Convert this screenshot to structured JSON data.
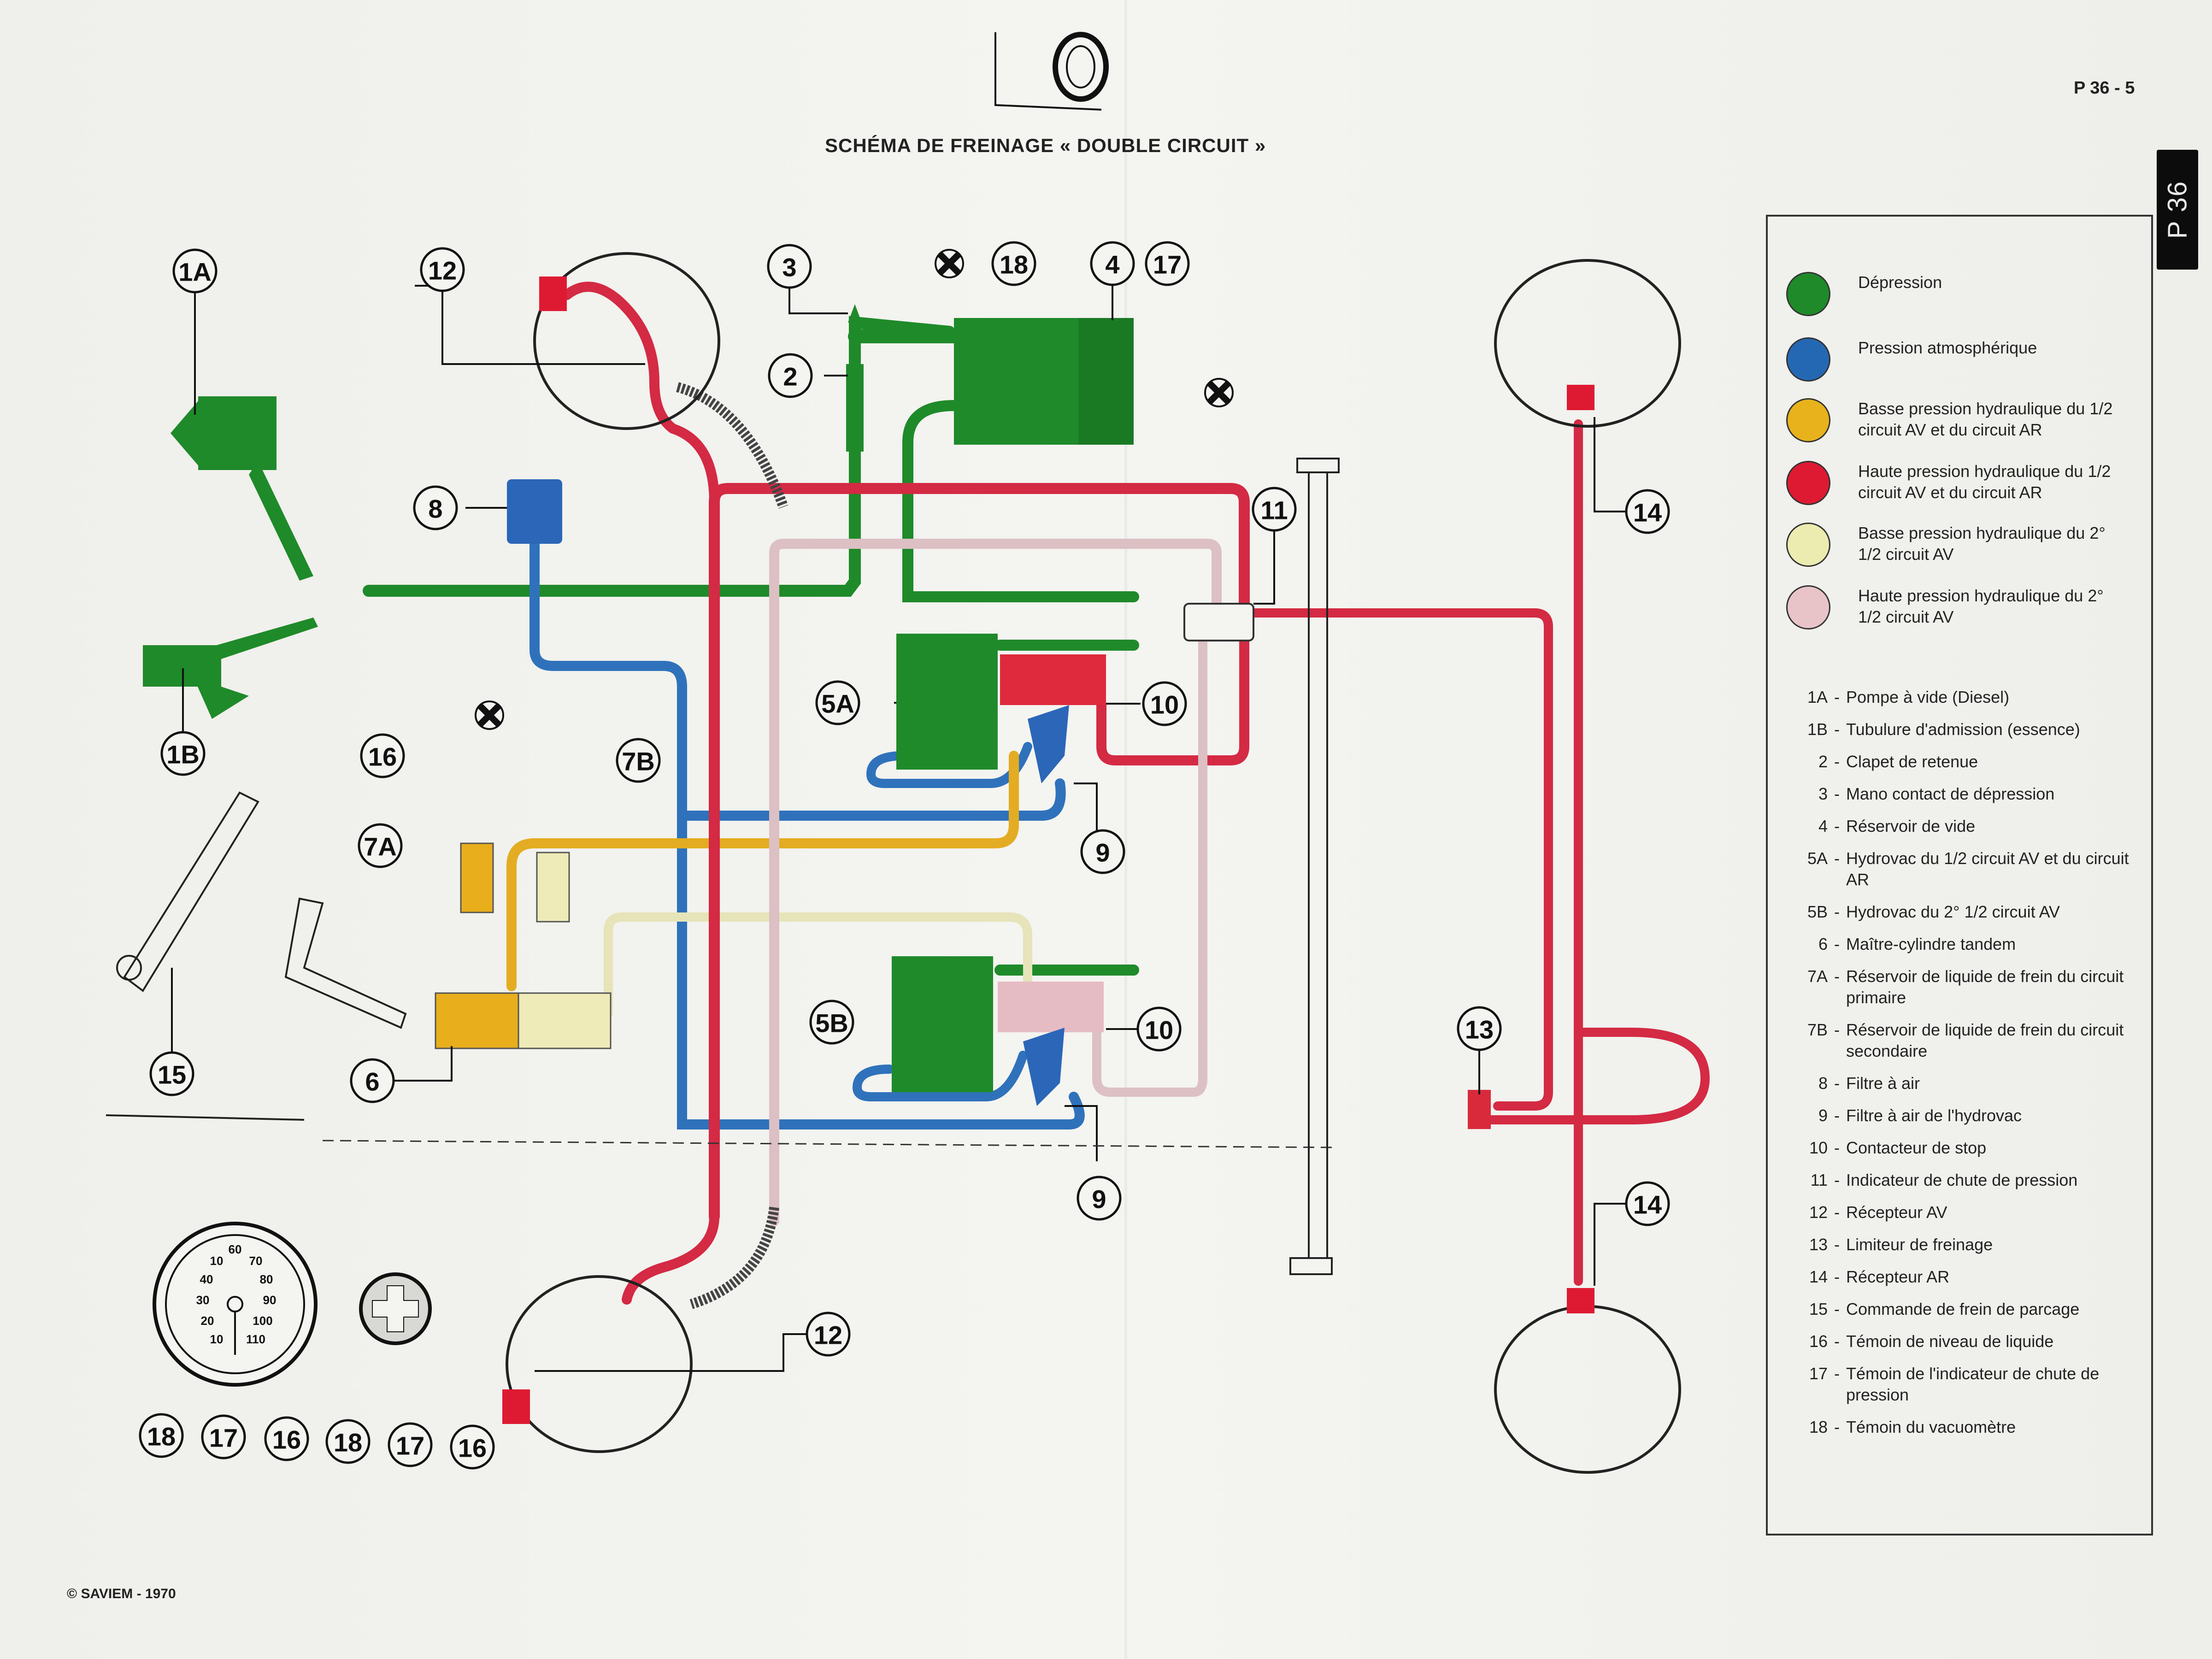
{
  "header": {
    "title": "SCHÉMA DE FREINAGE « DOUBLE CIRCUIT »",
    "page_number": "P 36 - 5",
    "tab_label": "P 36"
  },
  "footer": {
    "copyright": "© SAVIEM - 1970"
  },
  "legend": {
    "colors": [
      {
        "label": "Dépression",
        "color": "#1f8a2a"
      },
      {
        "label": "Pression atmosphérique",
        "color": "#2468b4"
      },
      {
        "label": "Basse pression hydraulique du 1/2 circuit AV et du circuit AR",
        "color": "#e8b21c"
      },
      {
        "label": "Haute pression hydraulique du 1/2 circuit AV et du circuit AR",
        "color": "#de1a32"
      },
      {
        "label": "Basse pression hydraulique du 2° 1/2 circuit AV",
        "color": "#ecebb0"
      },
      {
        "label": "Haute pression hydraulique du 2° 1/2 circuit AV",
        "color": "#e8c4c8"
      }
    ],
    "items": [
      {
        "num": "1A",
        "desc": "Pompe à vide (Diesel)"
      },
      {
        "num": "1B",
        "desc": "Tubulure d'admission (essence)"
      },
      {
        "num": "2",
        "desc": "Clapet de retenue"
      },
      {
        "num": "3",
        "desc": "Mano contact de dépression"
      },
      {
        "num": "4",
        "desc": "Réservoir de vide"
      },
      {
        "num": "5A",
        "desc": "Hydrovac du 1/2 circuit AV et du circuit AR"
      },
      {
        "num": "5B",
        "desc": "Hydrovac du 2° 1/2 circuit AV"
      },
      {
        "num": "6",
        "desc": "Maître-cylindre tandem"
      },
      {
        "num": "7A",
        "desc": "Réservoir de liquide de frein du circuit primaire"
      },
      {
        "num": "7B",
        "desc": "Réservoir de liquide de frein du circuit secondaire"
      },
      {
        "num": "8",
        "desc": "Filtre à air"
      },
      {
        "num": "9",
        "desc": "Filtre à air de l'hydrovac"
      },
      {
        "num": "10",
        "desc": "Contacteur de stop"
      },
      {
        "num": "11",
        "desc": "Indicateur de chute de pression"
      },
      {
        "num": "12",
        "desc": "Récepteur AV"
      },
      {
        "num": "13",
        "desc": "Limiteur de freinage"
      },
      {
        "num": "14",
        "desc": "Récepteur AR"
      },
      {
        "num": "15",
        "desc": "Commande de frein de parcage"
      },
      {
        "num": "16",
        "desc": "Témoin de niveau de liquide"
      },
      {
        "num": "17",
        "desc": "Témoin de l'indicateur de chute de pression"
      },
      {
        "num": "18",
        "desc": "Témoin du vacuomètre"
      }
    ]
  },
  "callouts": {
    "c1A": "1A",
    "c1B": "1B",
    "c2": "2",
    "c3": "3",
    "c4": "4",
    "c5A": "5A",
    "c5B": "5B",
    "c6": "6",
    "c7A": "7A",
    "c7B": "7B",
    "c8": "8",
    "c9a": "9",
    "c9b": "9",
    "c10a": "10",
    "c10b": "10",
    "c11": "11",
    "c12a": "12",
    "c12b": "12",
    "c13": "13",
    "c14a": "14",
    "c14b": "14",
    "c15": "15",
    "c16a": "16",
    "c16b": "16",
    "c16c": "16",
    "c17a": "17",
    "c17b": "17",
    "c17c": "17",
    "c18a": "18",
    "c18b": "18",
    "c18c": "18"
  },
  "gauge_labels": [
    "10",
    "60",
    "70",
    "40",
    "80",
    "30",
    "90",
    "20",
    "100",
    "10",
    "110"
  ],
  "pipe_colors": {
    "vacuum": "#1f8a2a",
    "atmospheric": "#2f72bb",
    "low_primary": "#e3ac22",
    "high_primary": "#d42a44",
    "low_secondary": "#e6e4b8",
    "high_secondary": "#dcc0c4",
    "hose": "#555555"
  }
}
